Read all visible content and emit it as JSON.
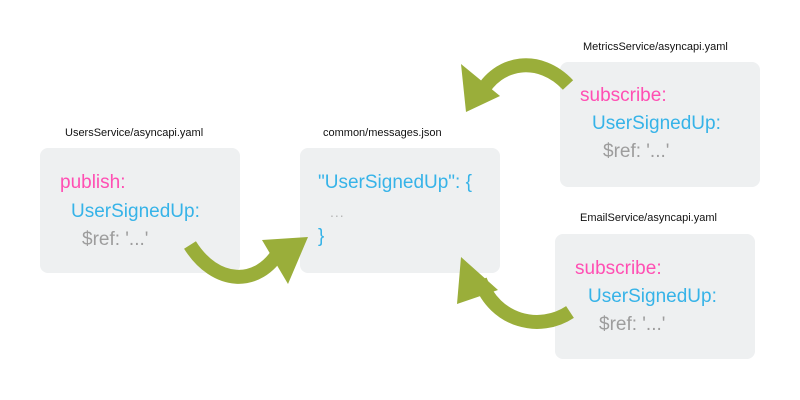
{
  "users": {
    "file": "UsersService/asyncapi.yaml",
    "keyword": "publish:",
    "message": "UserSignedUp:",
    "ref": "$ref: '...'"
  },
  "common": {
    "file": "common/messages.json",
    "open": "\"UserSignedUp\": {",
    "body": "...",
    "close": "}"
  },
  "metrics": {
    "file": "MetricsService/asyncapi.yaml",
    "keyword": "subscribe:",
    "message": "UserSignedUp:",
    "ref": "$ref: '...'"
  },
  "email": {
    "file": "EmailService/asyncapi.yaml",
    "keyword": "subscribe:",
    "message": "UserSignedUp:",
    "ref": "$ref: '...'"
  },
  "colors": {
    "keyword": "#ff4fb3",
    "message": "#36b3e8",
    "ref": "#9d9d9d",
    "card": "#eef0f1",
    "arrow": "#9aae3a"
  },
  "icons": [
    "curved-arrow-icon"
  ]
}
